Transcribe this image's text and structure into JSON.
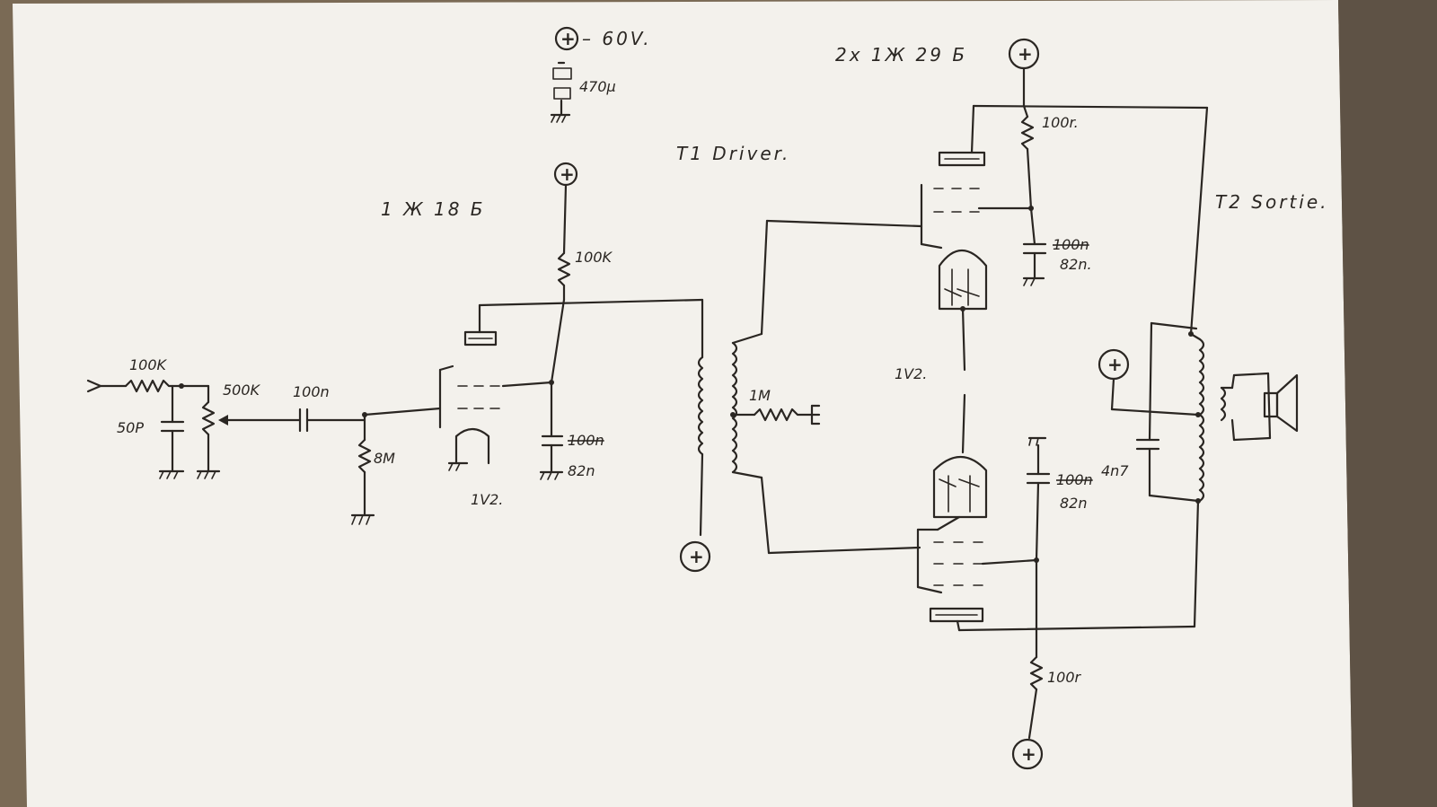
{
  "labels": {
    "supply_60v": "– 60V.",
    "cap_470": "470µ",
    "tube_1k18b": "1 Ж 18 Б",
    "tubes_2x": "2x 1Ж 29 Б",
    "t1_driver": "T1 Driver.",
    "t2_sortie": "T2 Sortie.",
    "r_100k_in": "100K",
    "c_50p": "50P",
    "pot_500k": "500K",
    "c_100n_coupling": "100n",
    "r_8m": "8M",
    "r_100k_anode": "100K",
    "c_82n_left": "82n",
    "c_100n_left_struck": "100n",
    "v12_left": "1V2.",
    "r_1m": "1M",
    "v12_right": "1V2.",
    "r_100r_top": "100r.",
    "c_100n_top_struck": "100n",
    "c_82n_top": "82n.",
    "c_100n_bot_struck": "100n",
    "c_82n_bot": "82n",
    "c_4n7": "4n7",
    "r_100r_bot": "100r",
    "plus": "+"
  },
  "colors": {
    "paper": "#f3f1ec",
    "ink": "#2a2622"
  }
}
